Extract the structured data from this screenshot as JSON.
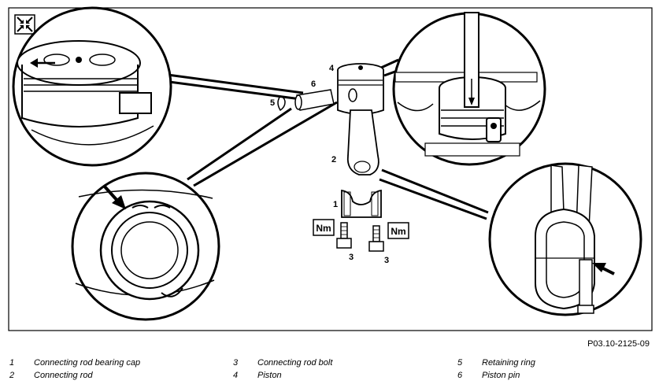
{
  "figure_code": "P03.10-2125-09",
  "callouts": {
    "c1": "1",
    "c2": "2",
    "c3a": "3",
    "c3b": "3",
    "c4": "4",
    "c5": "5",
    "c6": "6"
  },
  "torque_badge": "Nm",
  "legend": [
    {
      "num": "1",
      "text": "Connecting rod bearing cap"
    },
    {
      "num": "2",
      "text": "Connecting rod"
    },
    {
      "num": "3",
      "text": "Connecting rod bolt"
    },
    {
      "num": "4",
      "text": "Piston"
    },
    {
      "num": "5",
      "text": "Retaining ring"
    },
    {
      "num": "6",
      "text": "Piston pin"
    }
  ],
  "icons": {
    "corner": "compress-arrows-icon",
    "torque": "torque-wrench-badge-icon"
  }
}
